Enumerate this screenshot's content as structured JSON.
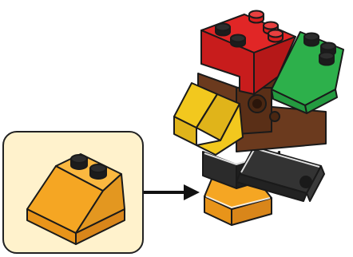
{
  "diagram": {
    "kind": "building-instruction-step",
    "callout": {
      "part": "2x2-slope-brick",
      "part_color": "#F5A623",
      "background_color": "#FFF2CC",
      "quantity_label": ""
    },
    "model": {
      "bricks": [
        {
          "name": "orange-base-slope",
          "color": "#F5A623"
        },
        {
          "name": "black-body-brick",
          "color": "#2B2B2B"
        },
        {
          "name": "black-technic-arm",
          "color": "#2B2B2B"
        },
        {
          "name": "brown-body-brick",
          "color": "#6B3A1E"
        },
        {
          "name": "yellow-slope",
          "color": "#F2C81E"
        },
        {
          "name": "green-slope",
          "color": "#2DB04B"
        },
        {
          "name": "red-top-brick",
          "color": "#D81E1E"
        }
      ]
    },
    "arrow": {
      "direction": "right",
      "color": "#111111"
    }
  }
}
